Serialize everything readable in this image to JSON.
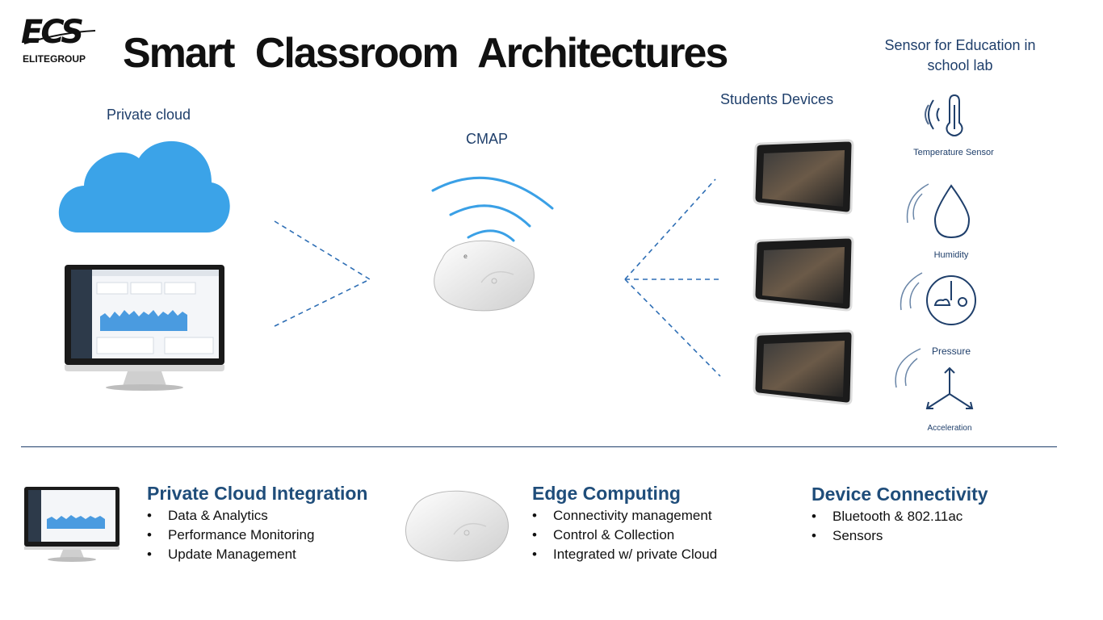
{
  "header": {
    "logo_text": "ECS",
    "logo_subtext": "ELITEGROUP",
    "title": "Smart Classroom  Architectures"
  },
  "diagram": {
    "private_cloud_label": "Private cloud",
    "cmap_label": "CMAP",
    "students_devices_label": "Students Devices",
    "sensor_heading": "Sensor for Education in school lab",
    "sensors": [
      {
        "label": "Temperature Sensor",
        "icon": "thermometer-icon"
      },
      {
        "label": "Humidity",
        "icon": "water-drop-icon"
      },
      {
        "label": "Pressure",
        "icon": "gauge-icon"
      },
      {
        "label": "Acceleration",
        "icon": "axes-icon"
      }
    ]
  },
  "sections": [
    {
      "title": "Private Cloud Integration",
      "items": [
        "Data & Analytics",
        "Performance Monitoring",
        "Update Management"
      ]
    },
    {
      "title": "Edge Computing",
      "items": [
        "Connectivity management",
        "Control & Collection",
        "Integrated w/ private Cloud"
      ]
    },
    {
      "title": "Device Connectivity",
      "items": [
        "Bluetooth & 802.11ac",
        "Sensors"
      ]
    }
  ],
  "colors": {
    "accent": "#1f4d7a",
    "cloud": "#3ba3e8",
    "dash": "#2f6fb5",
    "icon_stroke": "#1f3f6b"
  }
}
